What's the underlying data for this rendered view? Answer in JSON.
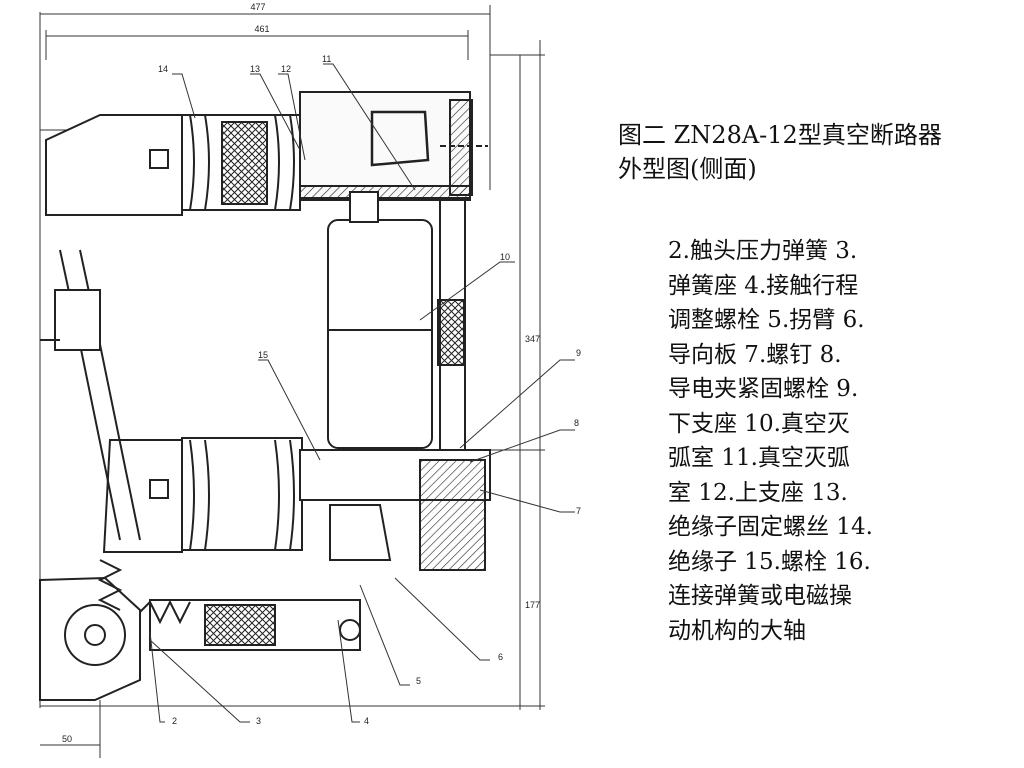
{
  "figure_title": "图二 ZN28A-12型真空断路器\n外型图(侧面)",
  "legend_text": "2.触头压力弹簧 3.\n弹簧座 4.接触行程\n调整螺栓 5.拐臂 6.\n导向板 7.螺钉 8.\n导电夹紧固螺栓 9.\n下支座 10.真空灭\n弧室 11.真空灭弧\n室 12.上支座 13.\n绝缘子固定螺丝 14.\n绝缘子 15.螺栓 16.\n连接弹簧或电磁操\n动机构的大轴",
  "dimensions": {
    "overall_width": "477",
    "inner_width": "461",
    "upper_height": "347",
    "lower_height": "177",
    "base_width": "50"
  },
  "callouts": {
    "c14": "14",
    "c13": "13",
    "c12": "12",
    "c11": "11",
    "c10": "10",
    "c15": "15",
    "c9": "9",
    "c8": "8",
    "c7": "7",
    "c6": "6",
    "c5": "5",
    "c4": "4",
    "c3": "3",
    "c2": "2"
  }
}
